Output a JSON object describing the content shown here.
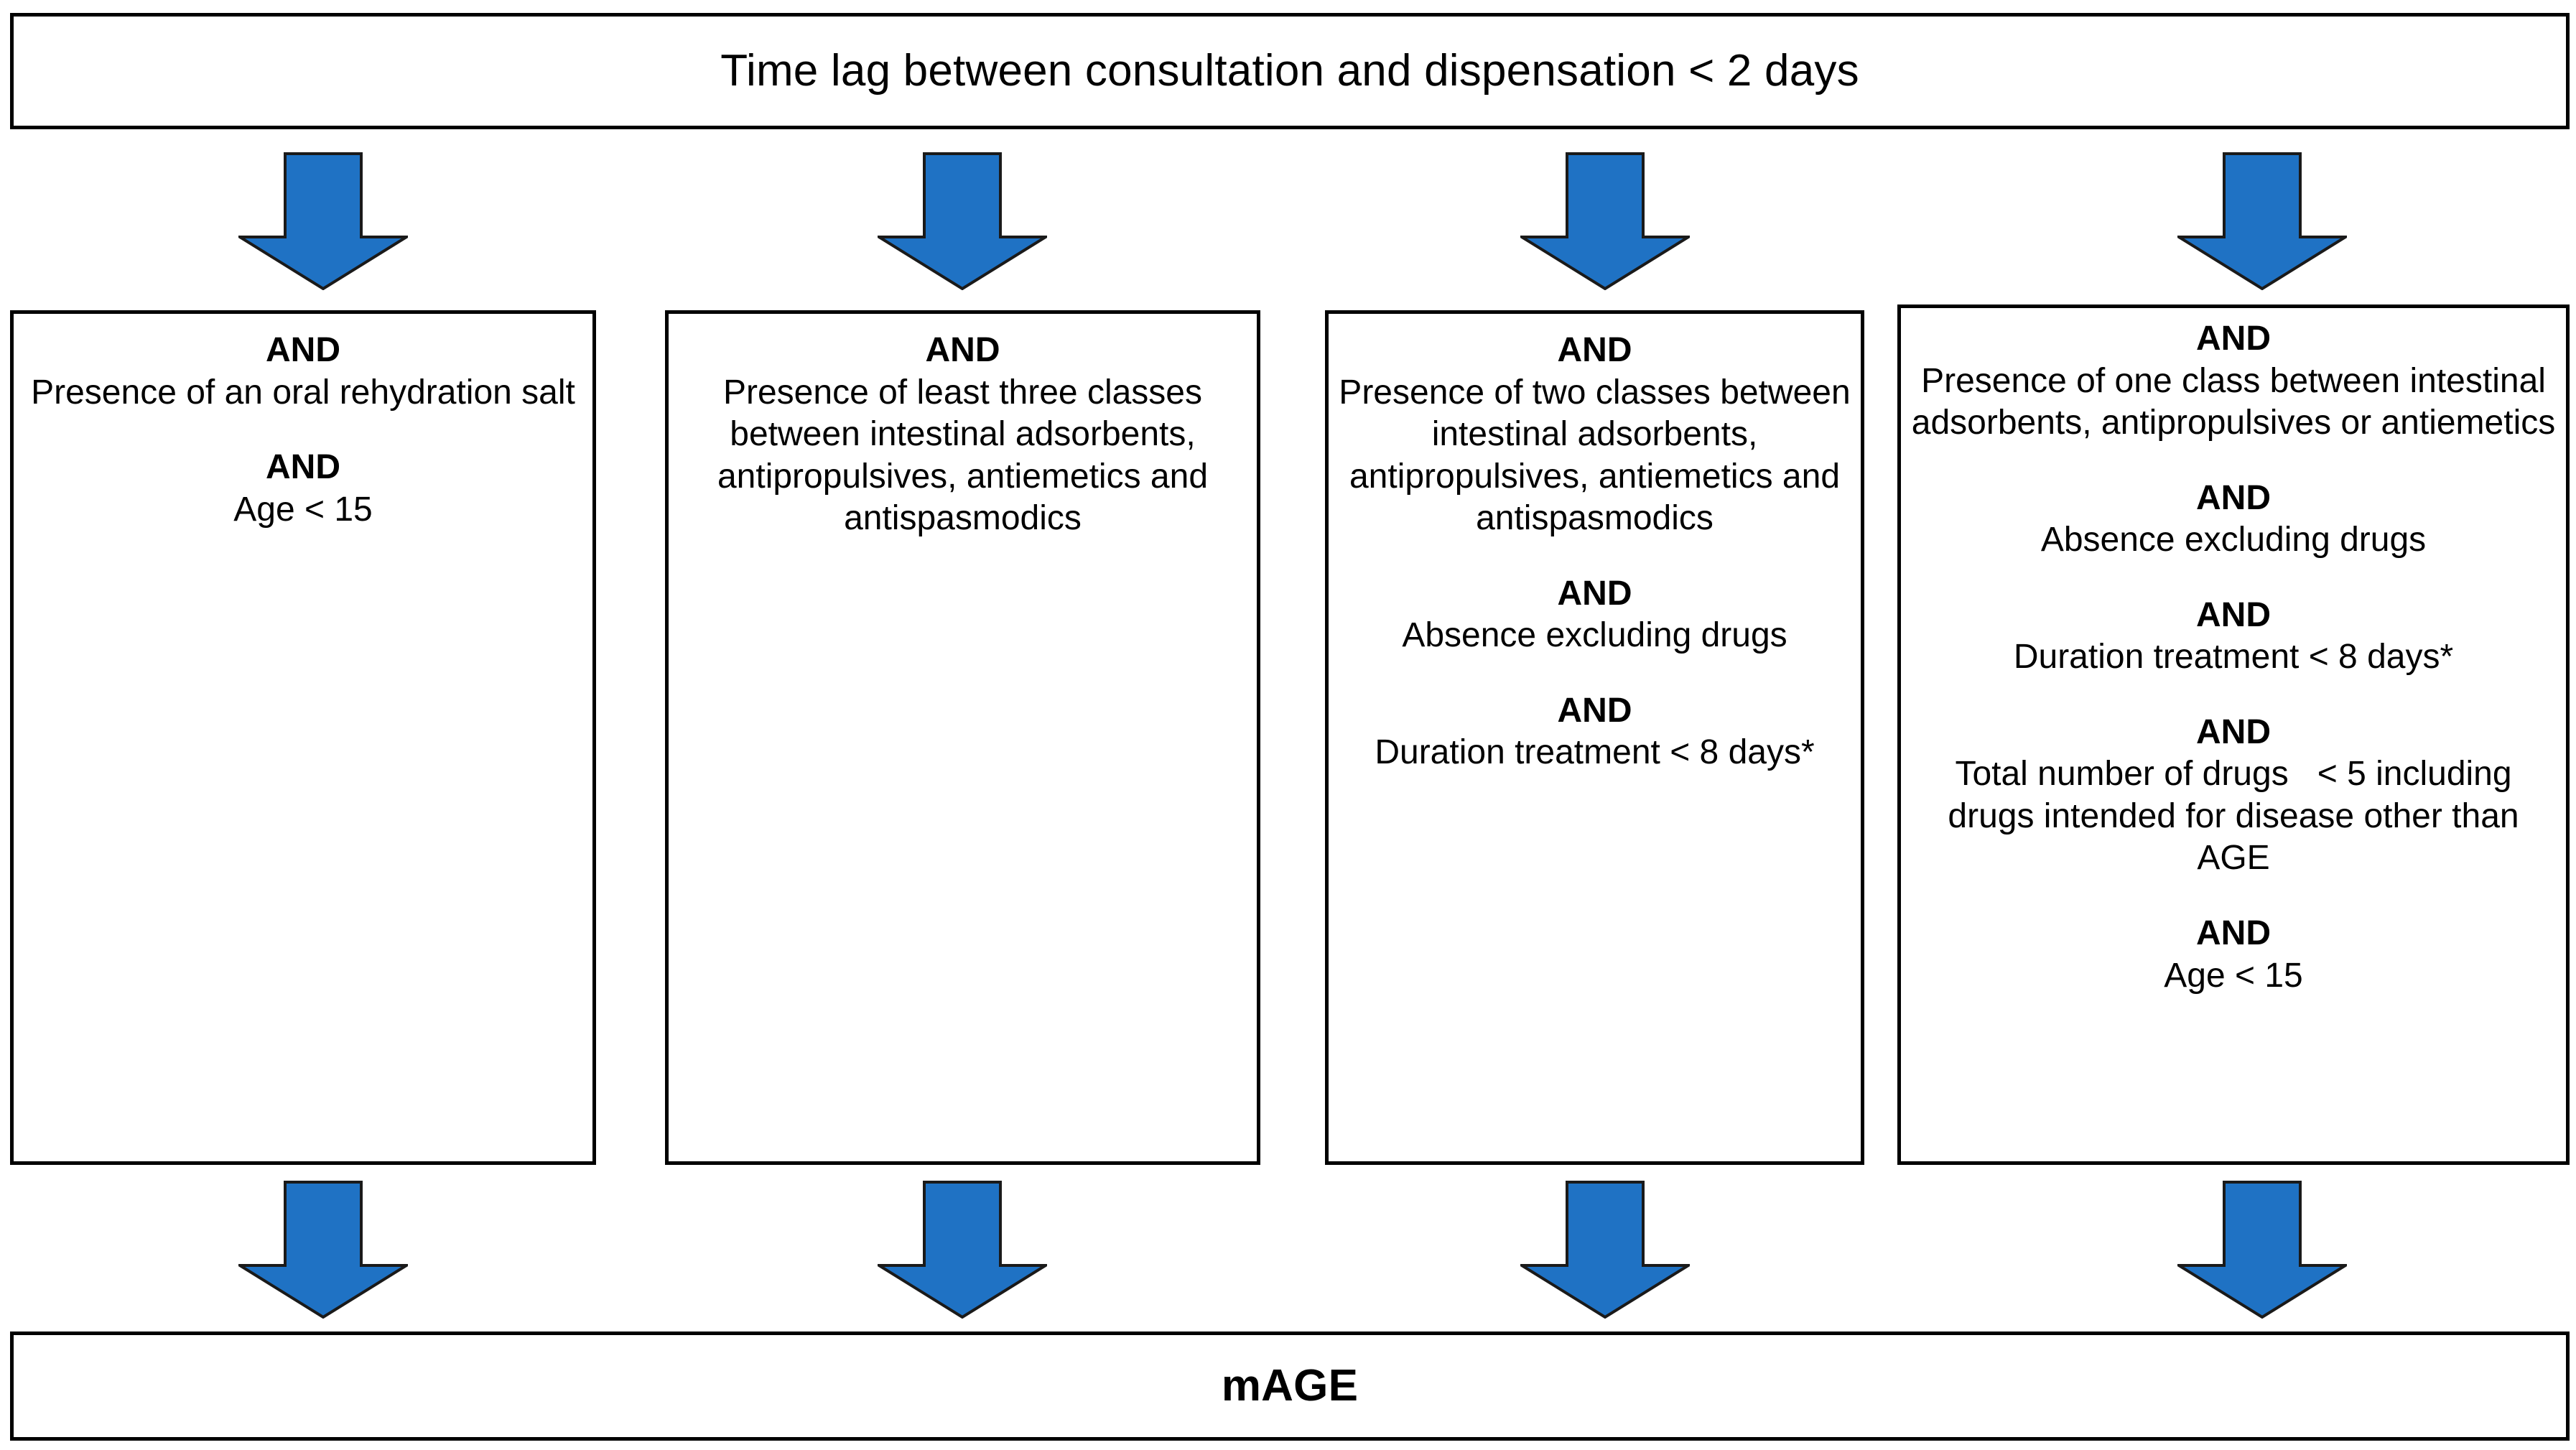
{
  "diagram": {
    "header": {
      "text": "Time lag between consultation and dispensation < 2 days"
    },
    "footer": {
      "text": "mAGE"
    },
    "arrow_color": "#1F72C4",
    "arrow_outline_color": "#1A1A1A",
    "border_color": "#000000",
    "background_color": "#FFFFFF",
    "connector_label": "down-arrow",
    "columns": [
      {
        "id": "column-1",
        "groups": [
          {
            "operator": "AND",
            "criterion": "Presence of an oral rehydration salt"
          },
          {
            "operator": "AND",
            "criterion": "Age < 15"
          }
        ]
      },
      {
        "id": "column-2",
        "groups": [
          {
            "operator": "AND",
            "criterion": "Presence of least three classes between intestinal adsorbents, antipropulsives, antiemetics and antispasmodics"
          }
        ]
      },
      {
        "id": "column-3",
        "groups": [
          {
            "operator": "AND",
            "criterion": "Presence of two classes between intestinal adsorbents, antipropulsives, antiemetics and antispasmodics"
          },
          {
            "operator": "AND",
            "criterion": "Absence excluding drugs"
          },
          {
            "operator": "AND",
            "criterion": "Duration treatment < 8 days*"
          }
        ]
      },
      {
        "id": "column-4",
        "groups": [
          {
            "operator": "AND",
            "criterion": "Presence of one class between intestinal adsorbents, antipropulsives or antiemetics"
          },
          {
            "operator": "AND",
            "criterion": "Absence excluding drugs"
          },
          {
            "operator": "AND",
            "criterion": "Duration treatment < 8 days*"
          },
          {
            "operator": "AND",
            "criterion": "Total number of drugs   < 5 including drugs intended for disease other than AGE"
          },
          {
            "operator": "AND",
            "criterion": "Age < 15"
          }
        ]
      }
    ]
  }
}
